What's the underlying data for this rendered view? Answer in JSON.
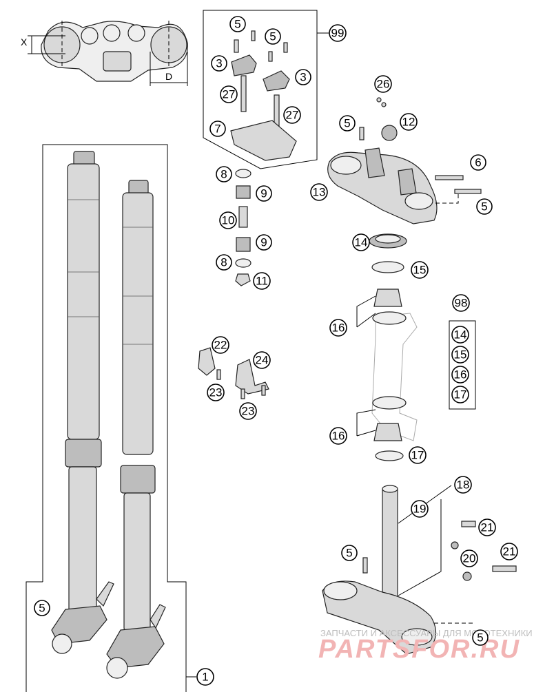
{
  "dimension_labels": {
    "x": "X",
    "d": "D"
  },
  "callouts": [
    {
      "id": "c-5a",
      "label": "5"
    },
    {
      "id": "c-5b",
      "label": "5"
    },
    {
      "id": "c-99",
      "label": "99"
    },
    {
      "id": "c-3a",
      "label": "3"
    },
    {
      "id": "c-3b",
      "label": "3"
    },
    {
      "id": "c-27a",
      "label": "27"
    },
    {
      "id": "c-27b",
      "label": "27"
    },
    {
      "id": "c-7",
      "label": "7"
    },
    {
      "id": "c-26",
      "label": "26"
    },
    {
      "id": "c-5c",
      "label": "5"
    },
    {
      "id": "c-12",
      "label": "12"
    },
    {
      "id": "c-6",
      "label": "6"
    },
    {
      "id": "c-13",
      "label": "13"
    },
    {
      "id": "c-5d",
      "label": "5"
    },
    {
      "id": "c-8a",
      "label": "8"
    },
    {
      "id": "c-9a",
      "label": "9"
    },
    {
      "id": "c-10",
      "label": "10"
    },
    {
      "id": "c-9b",
      "label": "9"
    },
    {
      "id": "c-8b",
      "label": "8"
    },
    {
      "id": "c-11",
      "label": "11"
    },
    {
      "id": "c-14",
      "label": "14"
    },
    {
      "id": "c-15",
      "label": "15"
    },
    {
      "id": "c-98",
      "label": "98"
    },
    {
      "id": "c-16a",
      "label": "16"
    },
    {
      "id": "c-14k",
      "label": "14"
    },
    {
      "id": "c-15k",
      "label": "15"
    },
    {
      "id": "c-16k",
      "label": "16"
    },
    {
      "id": "c-17k",
      "label": "17"
    },
    {
      "id": "c-22",
      "label": "22"
    },
    {
      "id": "c-24",
      "label": "24"
    },
    {
      "id": "c-23a",
      "label": "23"
    },
    {
      "id": "c-23b",
      "label": "23"
    },
    {
      "id": "c-16b",
      "label": "16"
    },
    {
      "id": "c-17",
      "label": "17"
    },
    {
      "id": "c-18",
      "label": "18"
    },
    {
      "id": "c-19",
      "label": "19"
    },
    {
      "id": "c-21a",
      "label": "21"
    },
    {
      "id": "c-5e",
      "label": "5"
    },
    {
      "id": "c-20",
      "label": "20"
    },
    {
      "id": "c-21b",
      "label": "21"
    },
    {
      "id": "c-5f",
      "label": "5"
    },
    {
      "id": "c-5g",
      "label": "5"
    },
    {
      "id": "c-1",
      "label": "1"
    }
  ],
  "watermark": {
    "caption": "ЗАПЧАСТИ И АКСЕССУАРЫ ДЛЯ МОТОТЕХНИКИ",
    "brand": "PARTSFOR.RU"
  }
}
